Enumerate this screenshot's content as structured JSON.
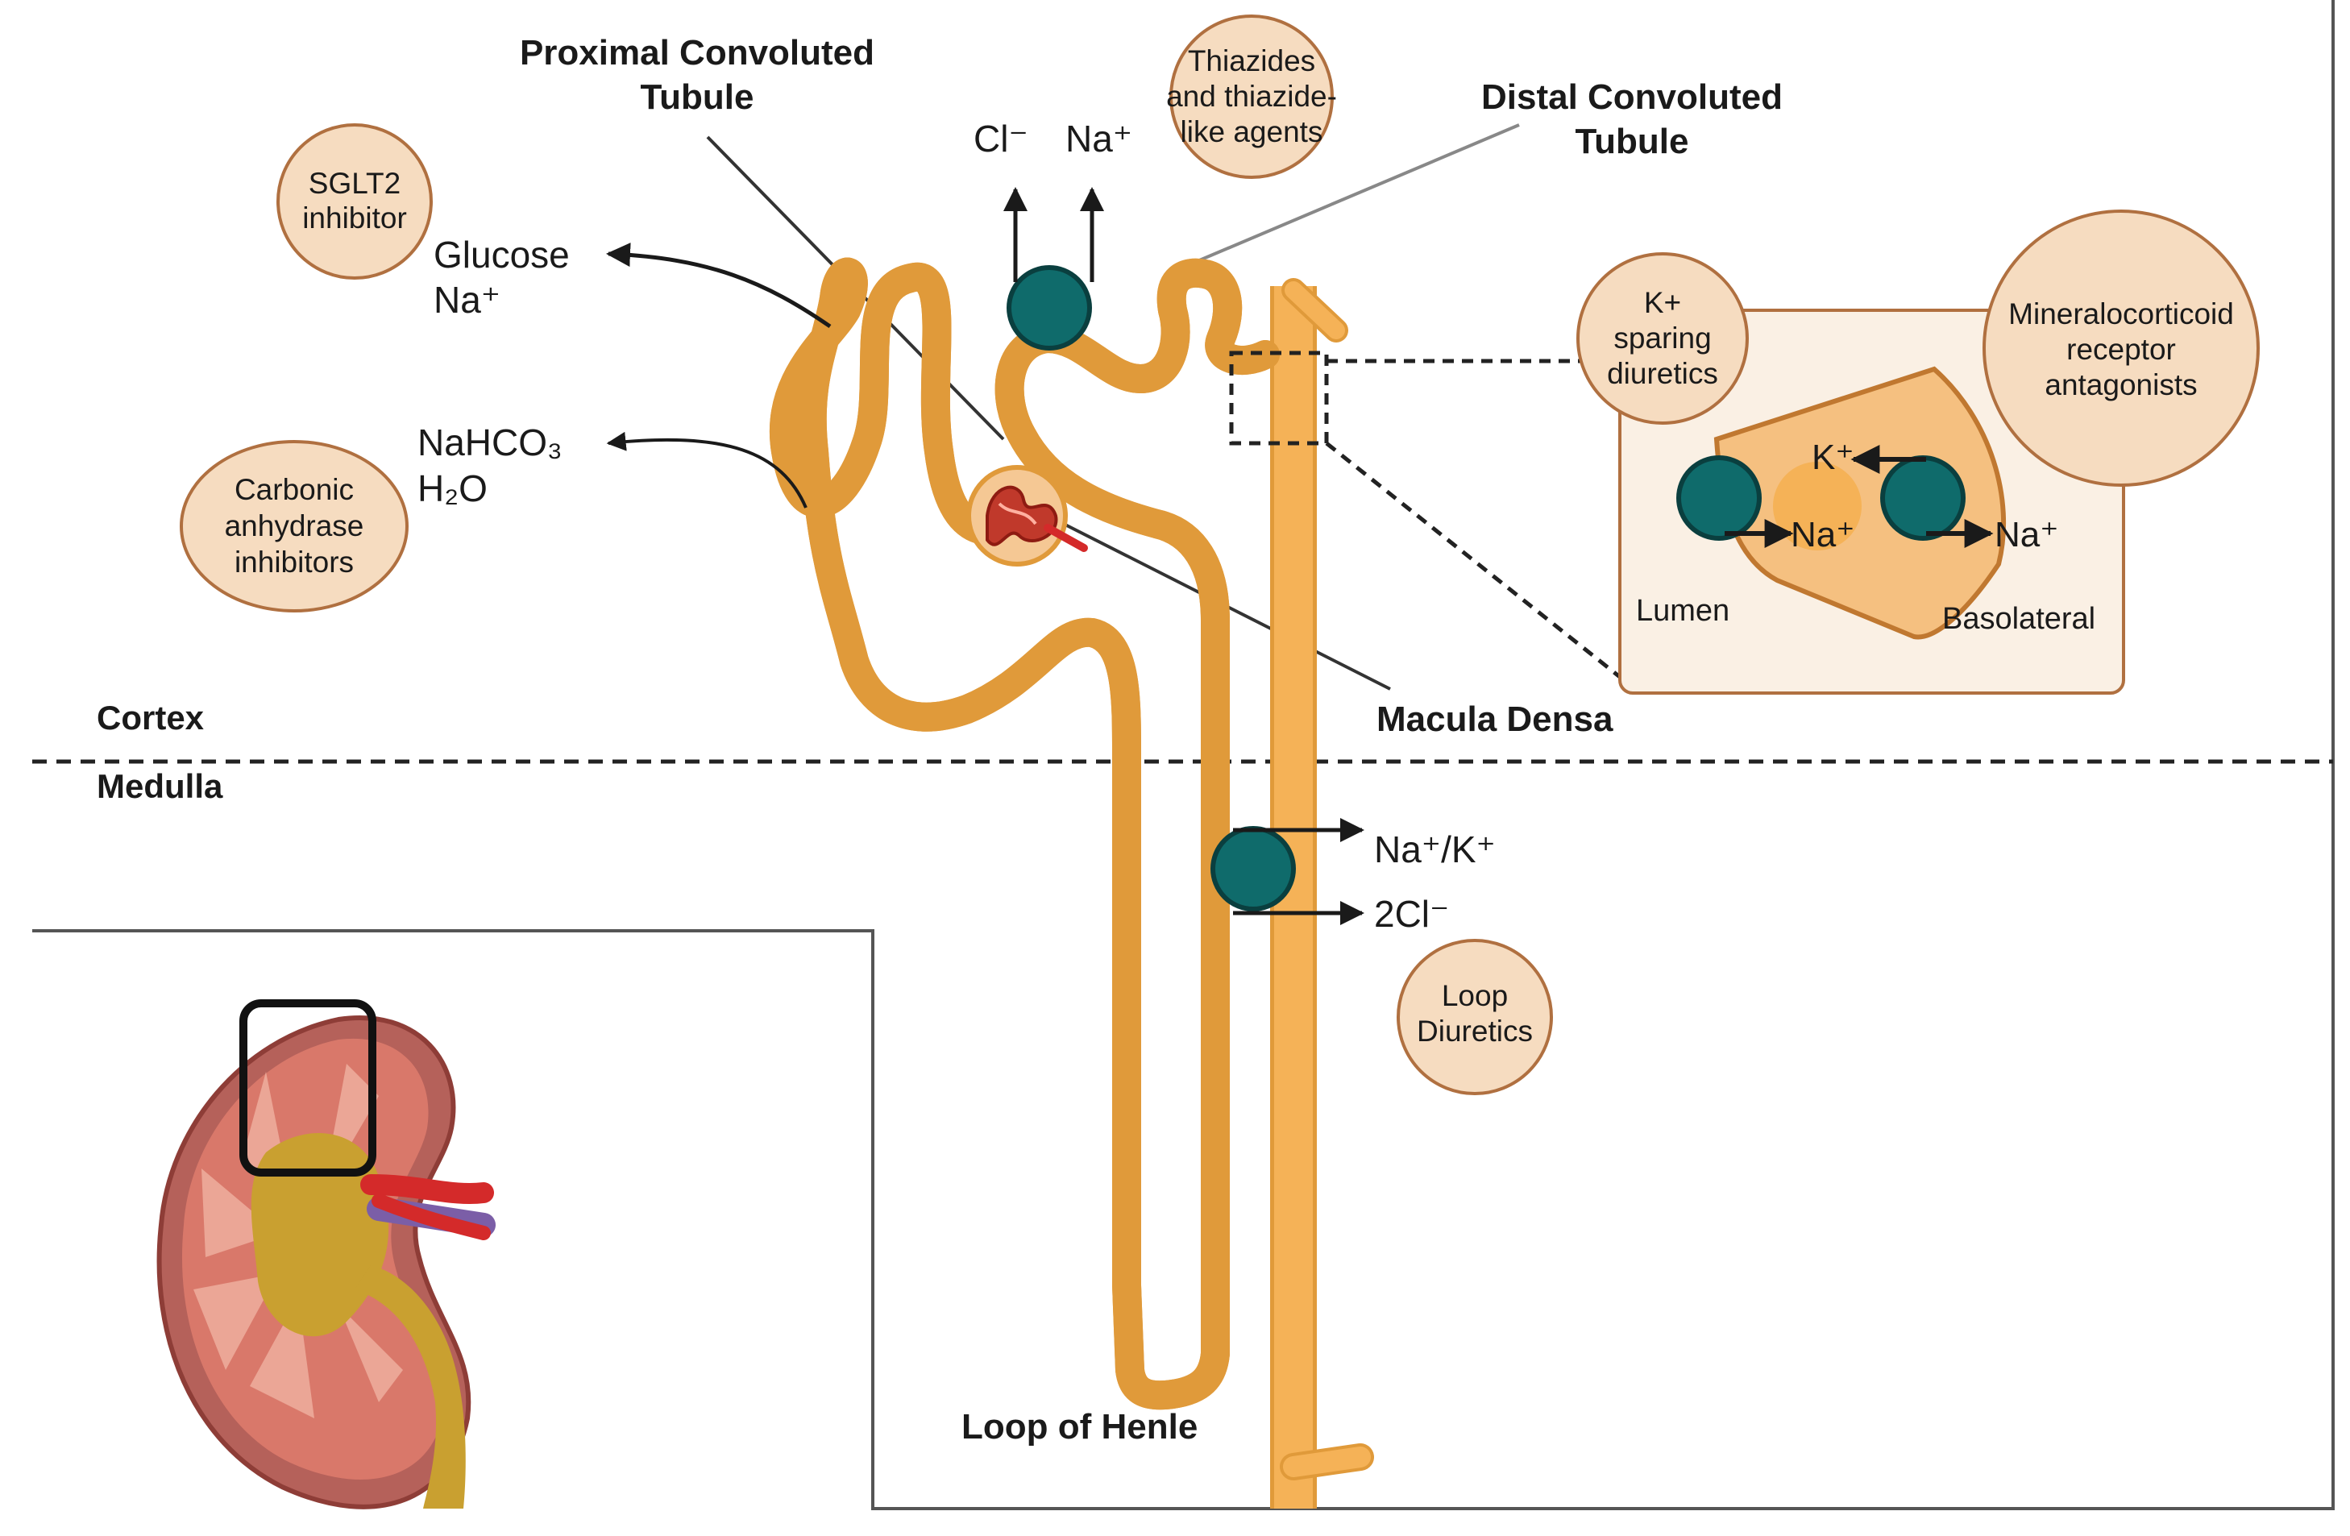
{
  "labels": {
    "pct_line1": "Proximal Convoluted",
    "pct_line2": "Tubule",
    "dct_line1": "Distal Convoluted",
    "dct_line2": "Tubule",
    "macula_densa": "Macula Densa",
    "loop_of_henle": "Loop of Henle",
    "cortex": "Cortex",
    "medulla": "Medulla",
    "lumen": "Lumen",
    "basolateral": "Basolateral"
  },
  "ions": {
    "glucose": "Glucose",
    "na_pct": "Na⁺",
    "nahco3": "NaHCO₃",
    "h2o": "H₂O",
    "cl_dct": "Cl⁻",
    "na_dct": "Na⁺",
    "na_k_loop": "Na⁺/K⁺",
    "two_cl_loop": "2Cl⁻",
    "k_cd": "K⁺",
    "na_cd_inner": "Na⁺",
    "na_cd_outer": "Na⁺"
  },
  "drugs": {
    "sglt2": [
      "SGLT2",
      "inhibitor"
    ],
    "carbonic": [
      "Carbonic",
      "anhydrase",
      "inhibitors"
    ],
    "thiazides": [
      "Thiazides",
      "and thiazide-",
      "like agents"
    ],
    "k_sparing": [
      "K+",
      "sparing",
      "diuretics"
    ],
    "mra": [
      "Mineralocorticoid",
      "receptor",
      "antagonists"
    ],
    "loop": [
      "Loop",
      "Diuretics"
    ]
  },
  "colors": {
    "tubule": "#f5b257",
    "tubule_stroke": "#e09a3a",
    "transporter": "#0f6b6b",
    "drug_circle": "#f6dcc0",
    "drug_circle_stroke": "#b07040",
    "kidney_cortex": "#d9786a",
    "kidney_pelvis": "#c9a030",
    "artery": "#d42a2a",
    "vein": "#7b5ea7"
  }
}
